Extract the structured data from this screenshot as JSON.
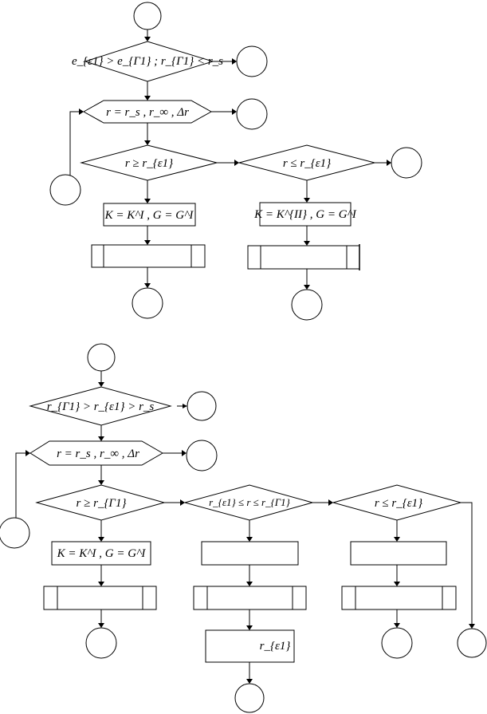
{
  "diagram_top": {
    "d1_text": "e_{ε1} > e_{Γ1} ; r_{Γ1} < r_s",
    "hex_text": "r = r_s , r_∞ , Δr",
    "d2_text": "r ≥ r_{ε1}",
    "d3_text": "r ≤ r_{ε1}",
    "box_left_text": "K = K^I , G = G^I",
    "box_right_text": "K = K^{II} , G = G^I"
  },
  "diagram_bottom": {
    "d1_text": "r_{Γ1} > r_{ε1} > r_s",
    "hex_text": "r = r_s , r_∞ , Δr",
    "d2_text": "r ≥ r_{Γ1}",
    "d3_text": "r_{ε1} ≤ r ≤ r_{Γ1}",
    "d4_text": "r ≤ r_{ε1}",
    "box_left_text": "K = K^I , G = G^I",
    "box_bottom_text": "r_{ε1}"
  }
}
